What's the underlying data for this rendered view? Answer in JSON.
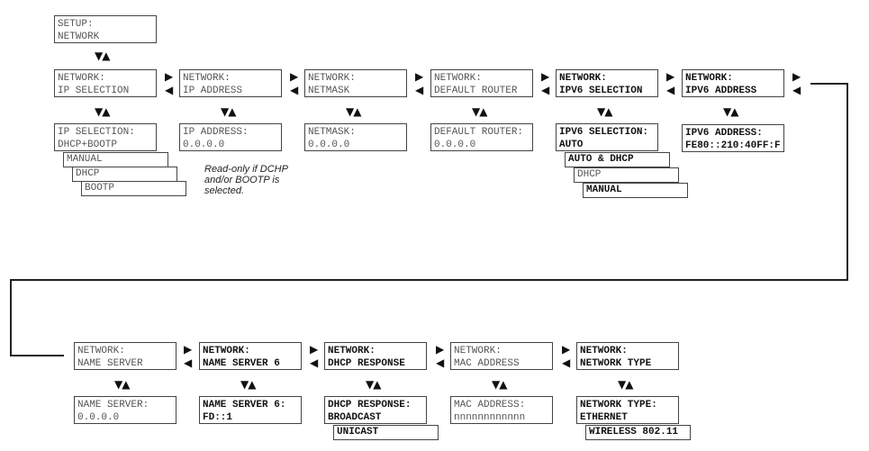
{
  "setup": {
    "l1": "SETUP:",
    "l2": "NETWORK"
  },
  "row1": [
    {
      "l1": "NETWORK:",
      "l2": "IP SELECTION"
    },
    {
      "l1": "NETWORK:",
      "l2": "IP ADDRESS"
    },
    {
      "l1": "NETWORK:",
      "l2": "NETMASK"
    },
    {
      "l1": "NETWORK:",
      "l2": "DEFAULT ROUTER"
    },
    {
      "l1": "NETWORK:",
      "l2": "IPV6 SELECTION"
    },
    {
      "l1": "NETWORK:",
      "l2": "IPV6 ADDRESS"
    }
  ],
  "row1_values": [
    {
      "l1": "IP SELECTION:",
      "l2": "DHCP+BOOTP",
      "options": [
        "MANUAL",
        "DHCP",
        "BOOTP"
      ]
    },
    {
      "l1": "IP ADDRESS:",
      "l2": "0.0.0.0"
    },
    {
      "l1": "NETMASK:",
      "l2": "0.0.0.0"
    },
    {
      "l1": "DEFAULT ROUTER:",
      "l2": "0.0.0.0"
    },
    {
      "l1": "IPV6 SELECTION:",
      "l2": "AUTO",
      "options": [
        "AUTO & DHCP",
        "DHCP",
        "MANUAL"
      ]
    },
    {
      "l1": "IPV6 ADDRESS:",
      "l2": "FE80::210:40FF:F"
    }
  ],
  "note": "Read-only if DCHP and/or BOOTP is selected.",
  "row2": [
    {
      "l1": "NETWORK:",
      "l2": "NAME SERVER"
    },
    {
      "l1": "NETWORK:",
      "l2": "NAME SERVER 6"
    },
    {
      "l1": "NETWORK:",
      "l2": "DHCP RESPONSE"
    },
    {
      "l1": "NETWORK:",
      "l2": "MAC ADDRESS"
    },
    {
      "l1": "NETWORK:",
      "l2": "NETWORK TYPE"
    }
  ],
  "row2_values": [
    {
      "l1": "NAME SERVER:",
      "l2": "0.0.0.0"
    },
    {
      "l1": "NAME SERVER 6:",
      "l2": "FD::1"
    },
    {
      "l1": "DHCP RESPONSE:",
      "l2": "BROADCAST",
      "options": [
        "UNICAST"
      ]
    },
    {
      "l1": "MAC ADDRESS:",
      "l2": "nnnnnnnnnnnn"
    },
    {
      "l1": "NETWORK TYPE:",
      "l2": "ETHERNET",
      "options": [
        "WIRELESS 802.11"
      ]
    }
  ],
  "arrows": {
    "updown": "▼▲",
    "right": "▶",
    "left": "◀"
  }
}
